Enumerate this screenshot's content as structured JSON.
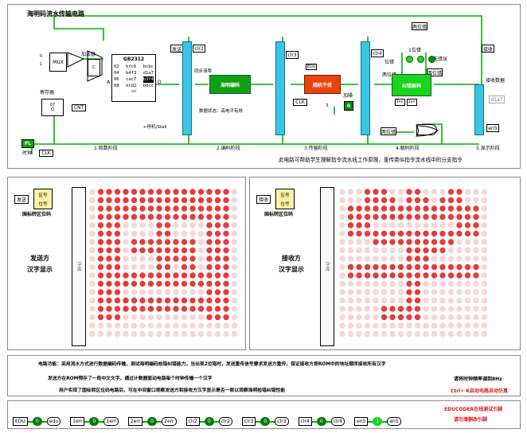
{
  "top": {
    "title": "海明码流水传输电路",
    "adder_label": "加法器",
    "mux_label": "MUX",
    "counter_label": "寄存器",
    "rom_title": "GB2312",
    "rom_rows": [
      [
        "02",
        "bfc6",
        "bcbc"
      ],
      [
        "04",
        "b4f3",
        "d1a7"
      ],
      [
        "06",
        "cac7",
        "b3f4"
      ],
      [
        "08",
        "bcd2",
        "bdcc"
      ]
    ],
    "rom_sel": "sel",
    "pin_A": "A",
    "pin_D": "D",
    "cnt_label": "CNT",
    "fl_label": "FL",
    "fl_sub": "时钟",
    "clk_label": "CLK",
    "send_label": "发送",
    "clr2": "clr2",
    "clr3": "clr3",
    "clr4": "clr4",
    "sync_label": "同步清零",
    "stall_label": "←停机/Stall",
    "data_state": "数据状态：高电平有效",
    "encode_block": "海明编码",
    "noise_block": "随机干扰",
    "edu_label": "EDU",
    "clk2": "CLK",
    "add_noise": "加噪",
    "noise_num": "3",
    "noise_led": "0",
    "onebit_err": "1位错",
    "twobit_err1": "两位错",
    "twobit_err2": "两位错",
    "twobit_err3": "两位错",
    "decode_block": "纠错解码",
    "no_err": "无错误",
    "pos_label": "位错",
    "ierr": "1err",
    "zerr": "2err",
    "recv_label": "接收",
    "recv_value": "d1a7",
    "recv_data": "接收数据",
    "en5": "en5",
    "stages": [
      "1.取数阶段",
      "2.编码阶段",
      "3.传输阶段",
      "4.解码阶段",
      "5.显示阶段"
    ],
    "note": "此电路可帮助学生理解指令流水线工作原理，重传类似指令流水线中的分支指令"
  },
  "middle": {
    "left_send": "发送",
    "left_area": "区号",
    "left_pos": "位号",
    "left_caption": "国标转区位码",
    "left_title1": "发送方",
    "left_title2": "汉字显示",
    "right_recv": "接收",
    "right_area": "区号",
    "right_pos": "位号",
    "right_caption": "国标转区位码",
    "right_title1": "接收方",
    "right_title2": "汉字显示",
    "left_char": "国",
    "right_char": "学",
    "connector_label": "字库"
  },
  "bottom": {
    "line1": "电路功能：采用流水方式进行数据编码传输，测试海明编码检错纠错能力，当出现2位错时，发送重传信号要求发送方重传，保证接收方按ROM中的地址顺序接收所有汉字",
    "line2": "发送方在ROM预存了一段中文文字，通过计数器驱动电路每个时钟传输一个汉字",
    "line3": "用户实现了国标转区位码电路后，可在中间窗口观察发送方和接收方汉字显示是否一致以观察海明检错纠错性能",
    "hint1": "请将时钟频率调到8Hz",
    "hint2": "Ctrl+ K启动电路自动仿真",
    "edu_title": "EDUCODER在线测试引脚",
    "edu_sub": "请勿增删改引脚",
    "pins": [
      {
        "label": "EDU",
        "value": "0",
        "out": "edu"
      },
      {
        "label": "1err",
        "value": "0",
        "out": "1err"
      },
      {
        "label": "2err",
        "value": "0",
        "out": "2err"
      },
      {
        "label": "clr2",
        "value": "0",
        "out": "clr2"
      },
      {
        "label": "clr3",
        "value": "0",
        "out": "clr3"
      },
      {
        "label": "clr4",
        "value": "0",
        "out": "clr4"
      },
      {
        "label": "en5",
        "value": "1",
        "out": "en5"
      }
    ]
  },
  "colors": {
    "pipe": "#39c6e6",
    "wire": "#00b400",
    "green_block": "#10a010",
    "noise_block": "#e8440c",
    "dot": "#e83a3a",
    "dot_off": "#f6d6d6",
    "warn": "#d81818"
  }
}
